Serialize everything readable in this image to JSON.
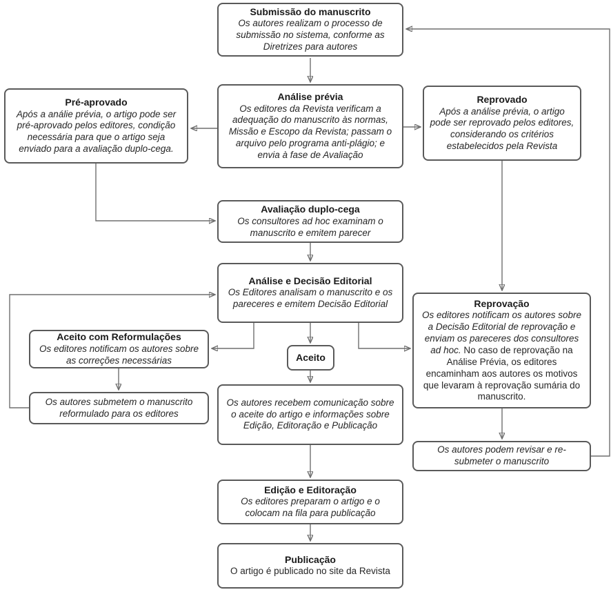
{
  "nodes": {
    "submissao": {
      "title": "Submissão do manuscrito",
      "body": "Os autores realizam o processo de submissão no sistema, conforme as Diretrizes para autores"
    },
    "analise_previa": {
      "title": "Análise prévia",
      "body": "Os editores da Revista verificam a adequação do manuscrito às normas, Missão e Escopo da Revista; passam o arquivo pelo programa anti-plágio; e envia à fase de Avaliação"
    },
    "pre_aprovado": {
      "title": "Pré-aprovado",
      "body": "Após a análie prévia, o artigo pode ser pré-aprovado pelos editores, condição necessária para que o artigo seja enviado para a avaliação duplo-cega."
    },
    "reprovado": {
      "title": "Reprovado",
      "body": "Após a análise prévia, o artigo pode ser reprovado pelos editores, considerando os critérios estabelecidos pela Revista"
    },
    "avaliacao": {
      "title": "Avaliação duplo-cega",
      "body": "Os consultores ad hoc examinam o manuscrito e emitem parecer"
    },
    "decisao": {
      "title": "Análise e Decisão Editorial",
      "body": "Os Editores analisam o manuscrito e os pareceres e emitem Decisão Editorial"
    },
    "aceito_reformulacoes": {
      "title": "Aceito com Reformulações",
      "body": "Os editores notificam os autores sobre as correções necessárias"
    },
    "submetem_reformulado": {
      "body": "Os autores submetem o manuscrito reformulado para os editores"
    },
    "aceito": {
      "title": "Aceito"
    },
    "recebem_comunicacao": {
      "body": "Os autores recebem comunicação sobre o aceite do artigo e informações sobre Edição, Editoração e Publicação"
    },
    "reprovacao": {
      "title": "Reprovação",
      "body_italic": "Os editores notificam os autores sobre a Decisão Editorial de reprovação e enviam os pareceres dos consultores ad hoc.",
      "body_regular": " No caso de reprovação na Análise Prévia, os editores encaminham aos autores os motivos que levaram à reprovação sumária do manuscrito."
    },
    "revisar": {
      "body": "Os autores podem revisar e re-submeter o manuscrito"
    },
    "edicao": {
      "title": "Edição e Editoração",
      "body": "Os editores preparam o artigo e o colocam na fila para publicação"
    },
    "publicacao": {
      "title": "Publicação",
      "body": "O artigo é publicado no site da Revista"
    }
  }
}
